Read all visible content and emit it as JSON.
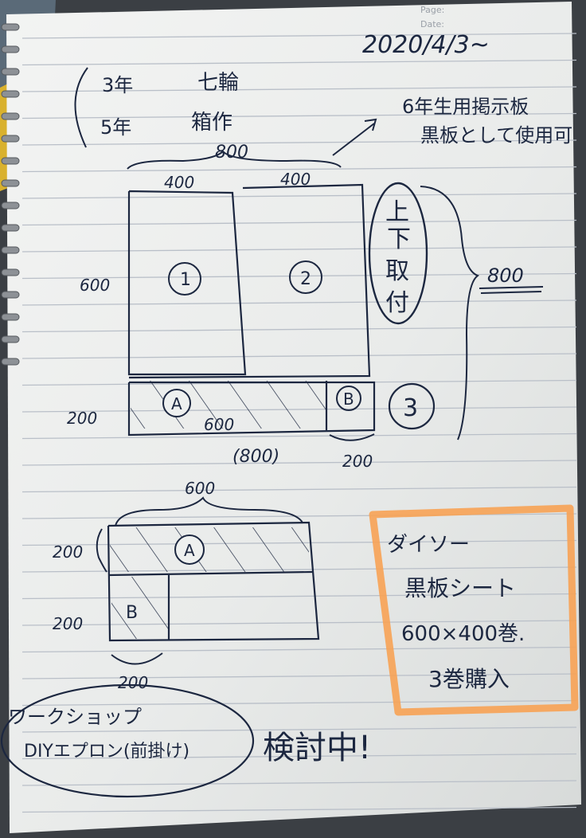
{
  "header": {
    "page_label": "Page:",
    "date_label": "Date:",
    "date_written": "2020/4/3~"
  },
  "classes": [
    {
      "grade": "3年",
      "name": "七輪"
    },
    {
      "grade": "5年",
      "name": "箱作"
    }
  ],
  "note_top_right": {
    "line1": "6年生用掲示板",
    "line2": "黒板として使用可"
  },
  "diagram1": {
    "overall_width": "800",
    "width_left": "400",
    "width_right": "400",
    "height_top": "600",
    "height_bottom": "200",
    "panel1": "1",
    "panel2": "2",
    "panelA": "A",
    "panelB": "B",
    "panel3": "3",
    "width_A": "600",
    "width_bottom_total": "(800)",
    "width_B": "200",
    "side_note": [
      "上",
      "下",
      "取",
      "付"
    ],
    "overall_height": "800"
  },
  "diagram2": {
    "top_width": "600",
    "height_A": "200",
    "height_B": "200",
    "panelA": "A",
    "panelB": "B",
    "width_B": "200"
  },
  "box_note": {
    "line1": "ダイソー",
    "line2": "黒板シート",
    "line3": "600×400巻.",
    "line4": "3巻購入"
  },
  "bottom_note": {
    "line1": "ワークショップ",
    "line2": "DIYエプロン(前掛け)",
    "status": "検討中!"
  },
  "colors": {
    "paper": "#eef0ef",
    "rule_line": "#b9bfc8",
    "ink": "#1c2740",
    "highlight": "#f7a254"
  }
}
